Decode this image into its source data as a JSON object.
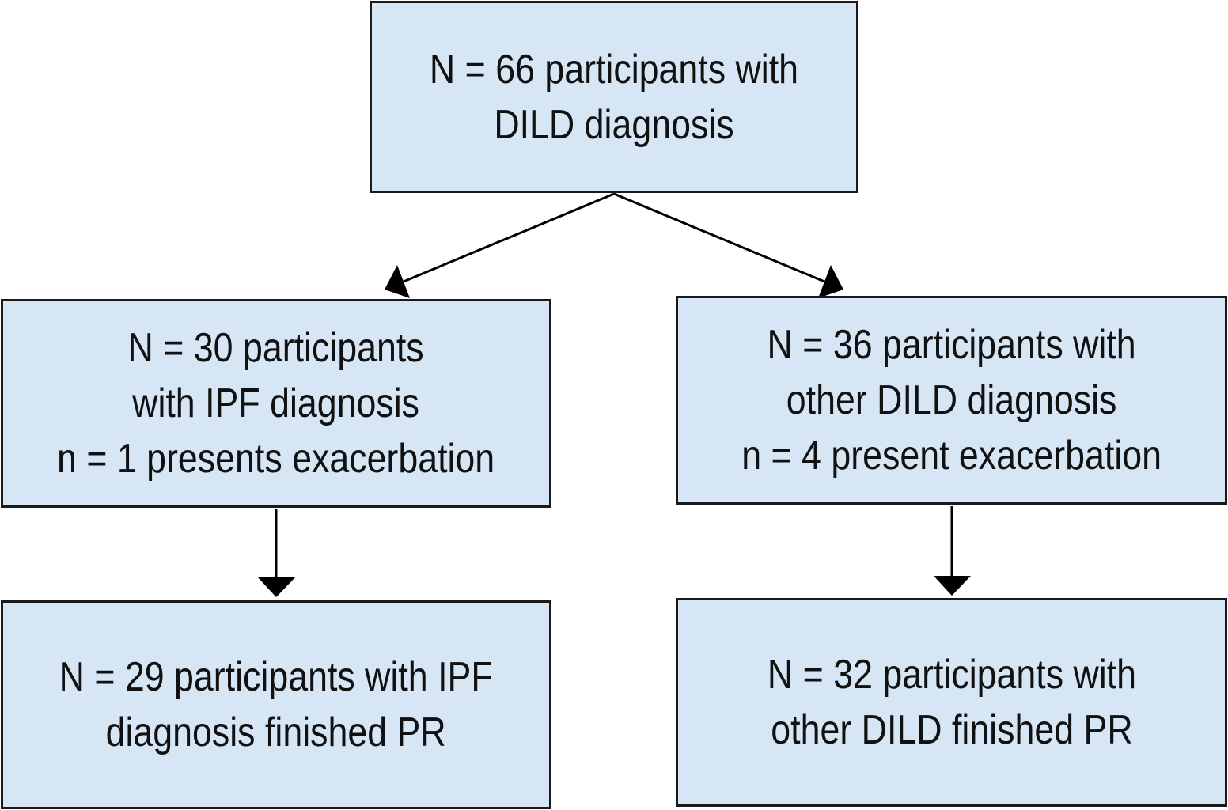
{
  "flowchart": {
    "top": {
      "lines": [
        "N = 66 participants with",
        "DILD diagnosis"
      ]
    },
    "ipf": {
      "lines": [
        "N = 30 participants",
        "with IPF diagnosis",
        "n = 1 presents exacerbation"
      ]
    },
    "other": {
      "lines": [
        "N = 36 participants with",
        "other DILD diagnosis",
        "n = 4 present exacerbation"
      ]
    },
    "ipf_finished": {
      "lines": [
        "N = 29 participants with IPF",
        "diagnosis finished PR"
      ]
    },
    "other_finished": {
      "lines": [
        "N = 32 participants with",
        "other DILD finished PR"
      ]
    },
    "colors": {
      "box_fill": "#d6e6f4",
      "border": "#1a1a1a",
      "arrow": "#000000"
    }
  }
}
